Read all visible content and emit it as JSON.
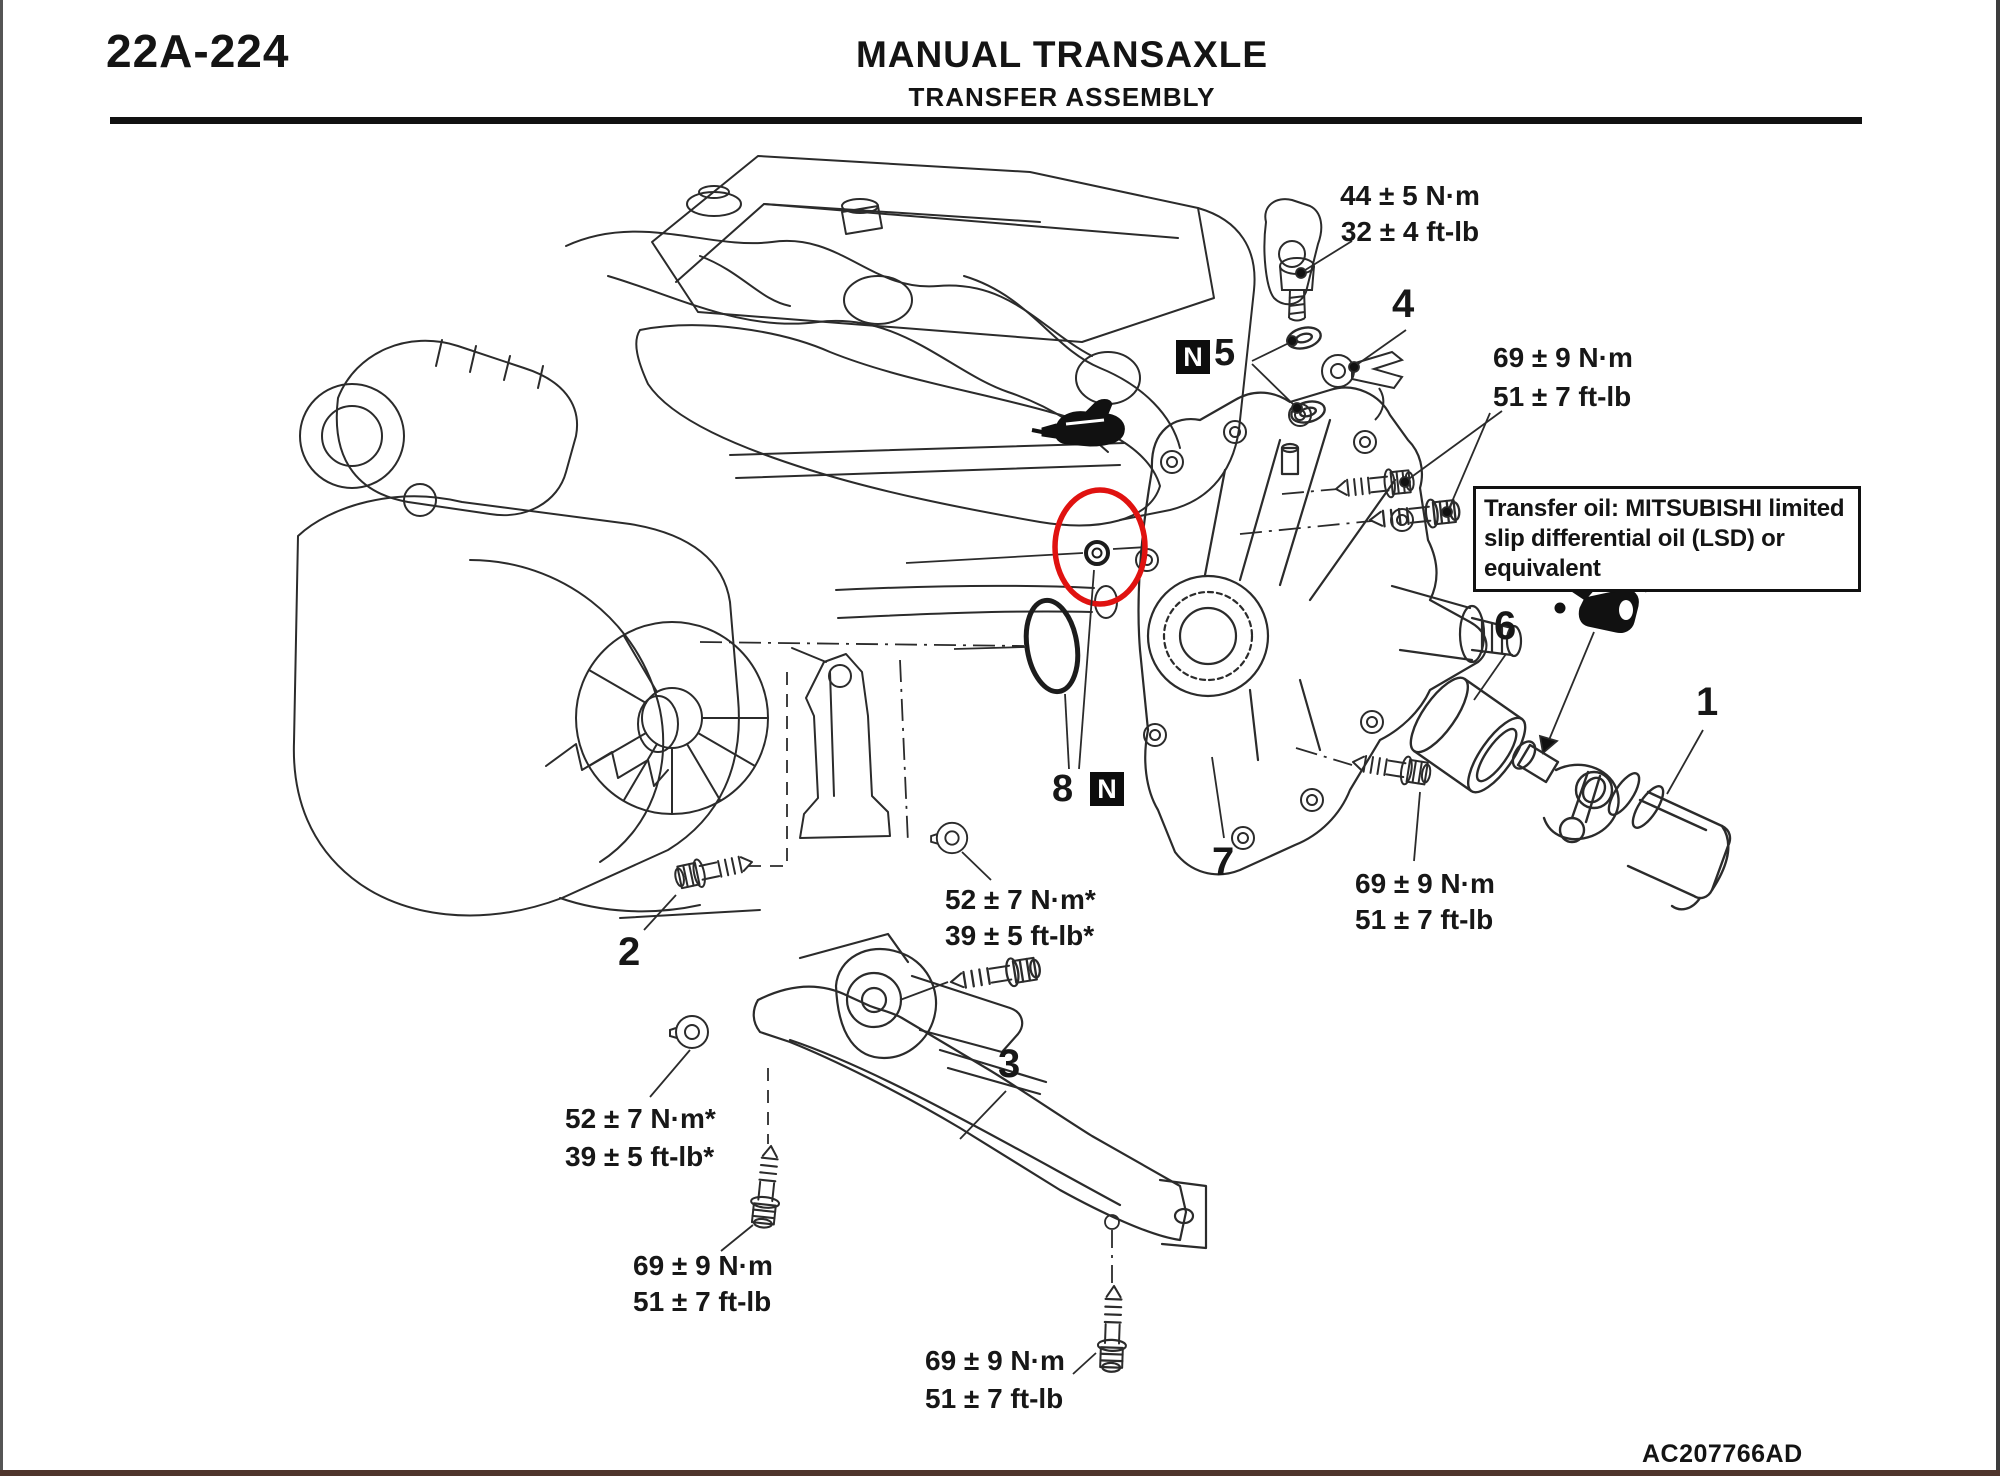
{
  "page": {
    "code": "22A-224",
    "title": "MANUAL TRANSAXLE",
    "subtitle": "TRANSFER ASSEMBLY",
    "doc_code": "AC207766AD"
  },
  "colors": {
    "line": "#2b2b2b",
    "highlight_red": "#e01210",
    "ink_black": "#111111"
  },
  "note_box": {
    "line1": "Transfer oil: MITSUBISHI limited",
    "line2": "slip differential oil (LSD) or",
    "line3": "equivalent"
  },
  "torques": {
    "t44": {
      "nm": "44 ± 5 N·m",
      "ftlb": "32 ± 4 ft-lb"
    },
    "t69_top": {
      "nm": "69 ± 9 N·m",
      "ftlb": "51 ± 7 ft-lb"
    },
    "t69_mid": {
      "nm": "69 ± 9 N·m",
      "ftlb": "51 ± 7 ft-lb"
    },
    "t52_center": {
      "nm": "52 ± 7 N·m*",
      "ftlb": "39 ± 5 ft-lb*"
    },
    "t52_left": {
      "nm": "52 ± 7 N·m*",
      "ftlb": "39 ± 5 ft-lb*"
    },
    "t69_bottom_left": {
      "nm": "69 ± 9 N·m",
      "ftlb": "51 ± 7 ft-lb"
    },
    "t69_bottom_center": {
      "nm": "69 ± 9 N·m",
      "ftlb": "51 ± 7 ft-lb"
    }
  },
  "callouts": {
    "p1": "1",
    "p2": "2",
    "p3": "3",
    "p4": "4",
    "p5": "5",
    "p6": "6",
    "p7": "7",
    "p8": "8",
    "n_badge": "N"
  },
  "icons": {
    "oil_can": "oil-can-icon",
    "grease_applicator": "grease-applicator-icon"
  }
}
